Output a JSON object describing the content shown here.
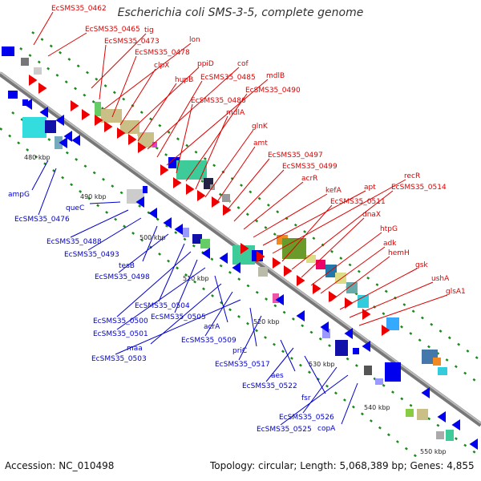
{
  "title": "Escherichia coli SMS-3-5, complete genome",
  "footer": {
    "accession": "Accession: NC_010498",
    "topology": "Topology: circular; Length: 5,068,389 bp; Genes: 4,855"
  },
  "colors": {
    "forward_label": "#dd0000",
    "reverse_label": "#0000cc",
    "backbone": "#888888"
  },
  "kbp_ticks": [
    "480 kbp",
    "490 kbp",
    "500 kbp",
    "510 kbp",
    "520 kbp",
    "530 kbp",
    "540 kbp",
    "550 kbp"
  ],
  "forward_genes": [
    "EcSMS35_0462",
    "EcSMS35_0465",
    "tig",
    "EcSMS35_0473",
    "lon",
    "EcSMS35_0478",
    "clpX",
    "ppiD",
    "hupB",
    "cof",
    "EcSMS35_0485",
    "mdlB",
    "EcSMS35_0486",
    "EcSMS35_0490",
    "mdlA",
    "glnK",
    "amt",
    "EcSMS35_0497",
    "EcSMS35_0499",
    "acrR",
    "kefA",
    "apt",
    "recR",
    "EcSMS35_0511",
    "EcSMS35_0514",
    "dnaX",
    "htpG",
    "adk",
    "hemH",
    "gsk",
    "ushA",
    "glsA1"
  ],
  "reverse_genes": [
    "ampG",
    "EcSMS35_0476",
    "queC",
    "EcSMS35_0488",
    "EcSMS35_0493",
    "tesB",
    "EcSMS35_0498",
    "EcSMS35_0504",
    "EcSMS35_0500",
    "EcSMS35_0505",
    "EcSMS35_0501",
    "acrA",
    "maa",
    "EcSMS35_0509",
    "EcSMS35_0503",
    "priC",
    "EcSMS35_0517",
    "aes",
    "EcSMS35_0522",
    "fsr",
    "EcSMS35_0526",
    "EcSMS35_0525",
    "copA"
  ]
}
